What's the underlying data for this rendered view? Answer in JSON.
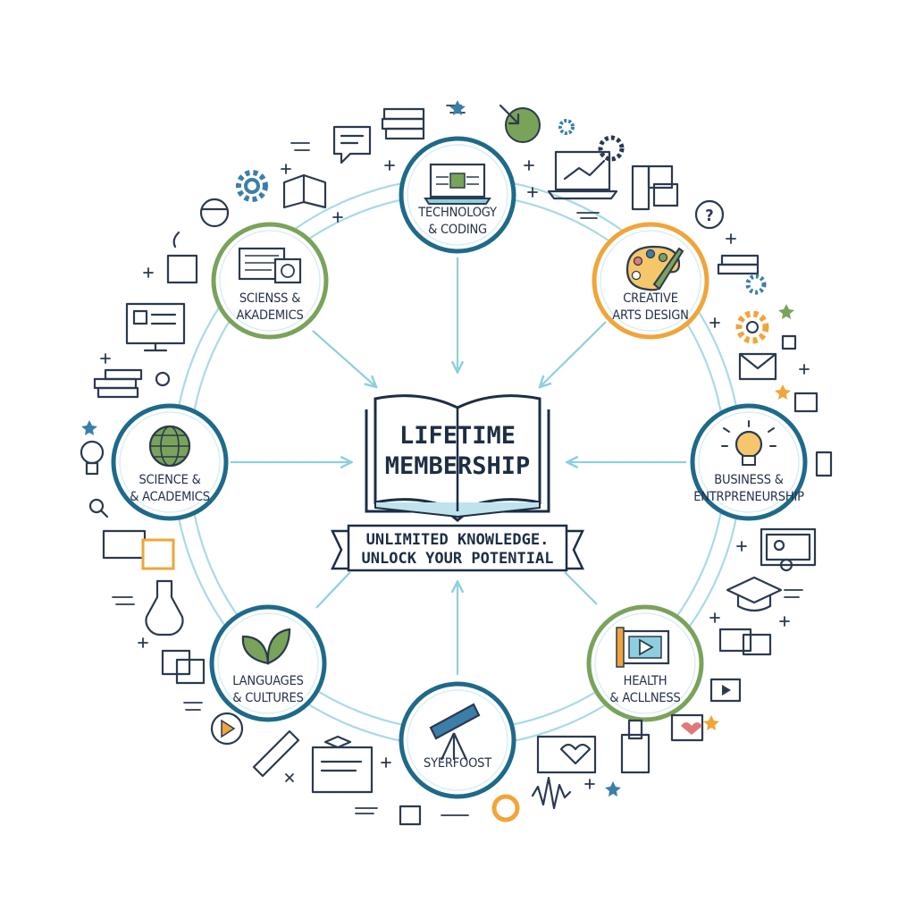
{
  "center": {
    "title_line1": "LIFETIME",
    "title_line2": "MEMBERSHIP",
    "tagline_line1": "UNLIMITED KNOWLEDGE.",
    "tagline_line2": "UNLOCK YOUR POTENTIAL"
  },
  "nodes": [
    {
      "line1": "TECHNOLOGY",
      "line2": "& CODING",
      "ring_color": "#1d6a8a",
      "icon": "laptop-circuit-icon"
    },
    {
      "line1": "CREATIVE",
      "line2": "ARTS DESIGN",
      "ring_color": "#f0a53a",
      "icon": "palette-brush-icon"
    },
    {
      "line1": "BUSINESS &",
      "line2": "ENTRPRENEURSHIP",
      "ring_color": "#1d6a8a",
      "icon": "lightbulb-icon"
    },
    {
      "line1": "HEALTH",
      "line2": "& ACLLNESS",
      "ring_color": "#7aa35a",
      "icon": "video-play-icon"
    },
    {
      "line1": "SYERFOOST",
      "line2": "",
      "ring_color": "#1d6a8a",
      "icon": "telescope-icon"
    },
    {
      "line1": "LANGUAGES",
      "line2": "& CULTURES",
      "ring_color": "#1d6a8a",
      "icon": "leaf-sprout-icon"
    },
    {
      "line1": "SCIENCE &",
      "line2": "& ACADEMICS",
      "ring_color": "#1d6a8a",
      "icon": "globe-icon"
    },
    {
      "line1": "SCIENSS &",
      "line2": "AKADEMICS",
      "ring_color": "#7aa35a",
      "icon": "monitor-document-icon"
    }
  ],
  "colors": {
    "navy": "#1d6a8a",
    "green": "#7aa35a",
    "orange": "#f0a53a",
    "light_blue": "#8ecfdf",
    "ink": "#25304a"
  }
}
